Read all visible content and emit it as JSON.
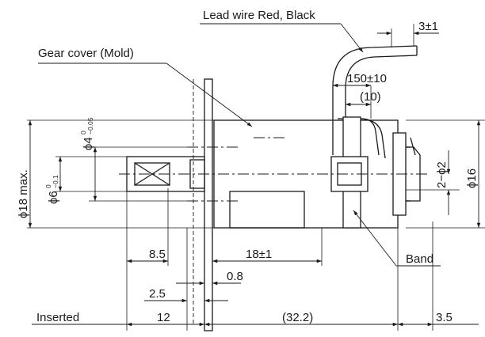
{
  "callouts": {
    "lead_wire": "Lead wire Red, Black",
    "gear_cover": "Gear cover (Mold)",
    "band": "Band"
  },
  "dimensions": {
    "wire_strip": "3±1",
    "wire_length": "150±10",
    "wire_span": "(10)",
    "overall_dia": "max.",
    "shaft_dia": "6",
    "shaft_tol_upper": "0",
    "shaft_tol_lower": "−0.1",
    "boss_dia": "4",
    "boss_tol_upper": "0",
    "boss_tol_lower": "−0.05",
    "body_dia": "16",
    "holes": "2−",
    "hole_dia": "2",
    "shaft_len": "8.5",
    "body_len": "18±1",
    "flange_thk": "0.8",
    "boss_len": "2.5",
    "inserted": "Inserted",
    "len_12": "12",
    "len_32": "(32.2)",
    "len_35": "3.5"
  }
}
